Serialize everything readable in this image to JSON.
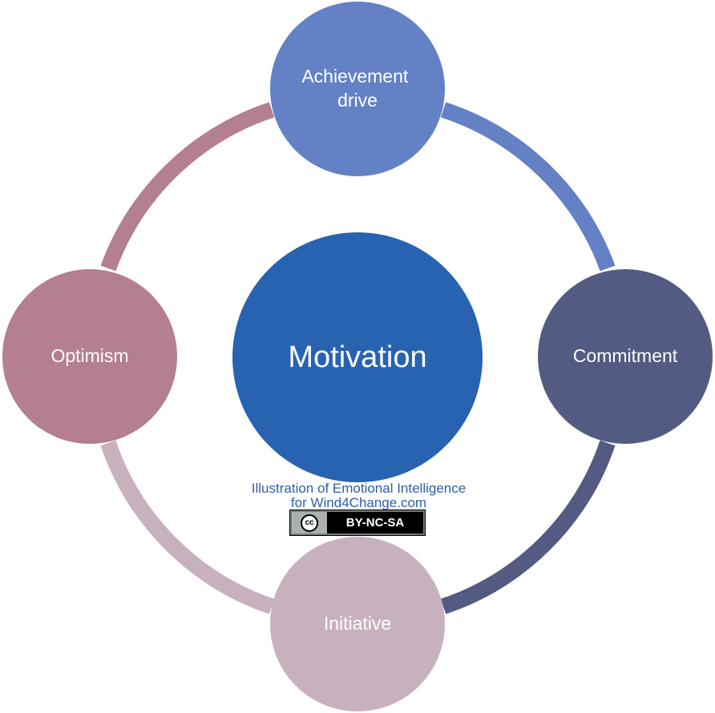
{
  "center": {
    "label": "Motivation",
    "color": "#2863b1"
  },
  "nodes": [
    {
      "id": "achievement",
      "lines": [
        "Achievement",
        "drive"
      ],
      "color": "#6381c4"
    },
    {
      "id": "commitment",
      "lines": [
        "Commitment"
      ],
      "color": "#545b82"
    },
    {
      "id": "initiative",
      "lines": [
        "Initiative"
      ],
      "color": "#c8b1be"
    },
    {
      "id": "optimism",
      "lines": [
        "Optimism"
      ],
      "color": "#b47f8f"
    }
  ],
  "credit": {
    "line1": "Illustration of Emotional Intelligence",
    "line2": "for Wind4Change.com",
    "license_icon": "cc-icon",
    "license_label": "BY-NC-SA"
  }
}
